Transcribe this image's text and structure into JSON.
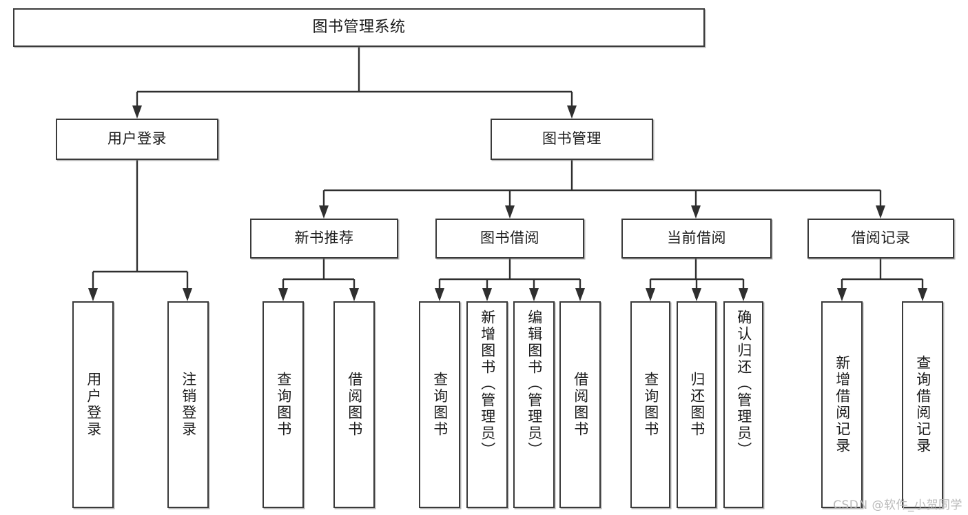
{
  "diagram": {
    "title": "图书管理系统",
    "type": "hierarchy-tree",
    "watermark": "CSDN @软件_小贺同学",
    "colors": {
      "box_border": "#3a3a3a",
      "box_fill": "#ffffff",
      "connector": "#2f2f2f",
      "text": "#1b1b1b",
      "watermark": "#b9b9b9",
      "background": "#ffffff"
    },
    "nodes": {
      "root": {
        "label": "图书管理系统"
      },
      "level2": [
        {
          "id": "user-login",
          "label": "用户登录"
        },
        {
          "id": "book-management",
          "label": "图书管理"
        }
      ],
      "level3": [
        {
          "id": "new-book-recommend",
          "label": "新书推荐"
        },
        {
          "id": "book-borrow",
          "label": "图书借阅"
        },
        {
          "id": "current-borrow",
          "label": "当前借阅"
        },
        {
          "id": "borrow-record",
          "label": "借阅记录"
        }
      ],
      "leaves": [
        {
          "id": "leaf-user-login",
          "label": "用户登录",
          "parent": "user-login"
        },
        {
          "id": "leaf-logout-login",
          "label": "注销登录",
          "parent": "user-login"
        },
        {
          "id": "leaf-query-book-1",
          "label": "查询图书",
          "parent": "new-book-recommend"
        },
        {
          "id": "leaf-borrow-book-1",
          "label": "借阅图书",
          "parent": "new-book-recommend"
        },
        {
          "id": "leaf-query-book-2",
          "label": "查询图书",
          "parent": "book-borrow"
        },
        {
          "id": "leaf-add-book-admin",
          "label": "新增图书（管理员）",
          "parent": "book-borrow"
        },
        {
          "id": "leaf-edit-book-admin",
          "label": "编辑图书（管理员）",
          "parent": "book-borrow"
        },
        {
          "id": "leaf-borrow-book-2",
          "label": "借阅图书",
          "parent": "book-borrow"
        },
        {
          "id": "leaf-query-book-3",
          "label": "查询图书",
          "parent": "current-borrow"
        },
        {
          "id": "leaf-return-book",
          "label": "归还图书",
          "parent": "current-borrow"
        },
        {
          "id": "leaf-confirm-return-admin",
          "label": "确认归还（管理员）",
          "parent": "current-borrow"
        },
        {
          "id": "leaf-add-borrow-record",
          "label": "新增借阅记录",
          "parent": "borrow-record"
        },
        {
          "id": "leaf-query-borrow-record",
          "label": "查询借阅记录",
          "parent": "borrow-record"
        }
      ]
    }
  }
}
